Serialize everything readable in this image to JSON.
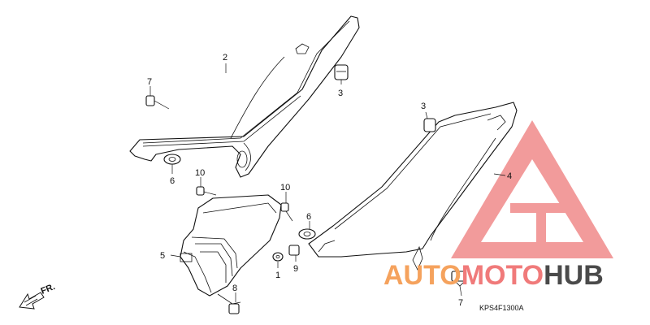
{
  "callouts": {
    "c1": "1",
    "c2": "2",
    "c3a": "3",
    "c3b": "3",
    "c4": "4",
    "c5": "5",
    "c6a": "6",
    "c6b": "6",
    "c7a": "7",
    "c7b": "7",
    "c8": "8",
    "c9": "9",
    "c10a": "10",
    "c10b": "10"
  },
  "direction_label": "FR.",
  "diagram_code": "KPS4F1300A",
  "watermark": {
    "part1": "AUTO",
    "part2": "MOTO",
    "part3": "HUB",
    "color_primary": "#f5a25d",
    "color_secondary": "#f07a7a",
    "color_hub": "#4a4a4a"
  }
}
